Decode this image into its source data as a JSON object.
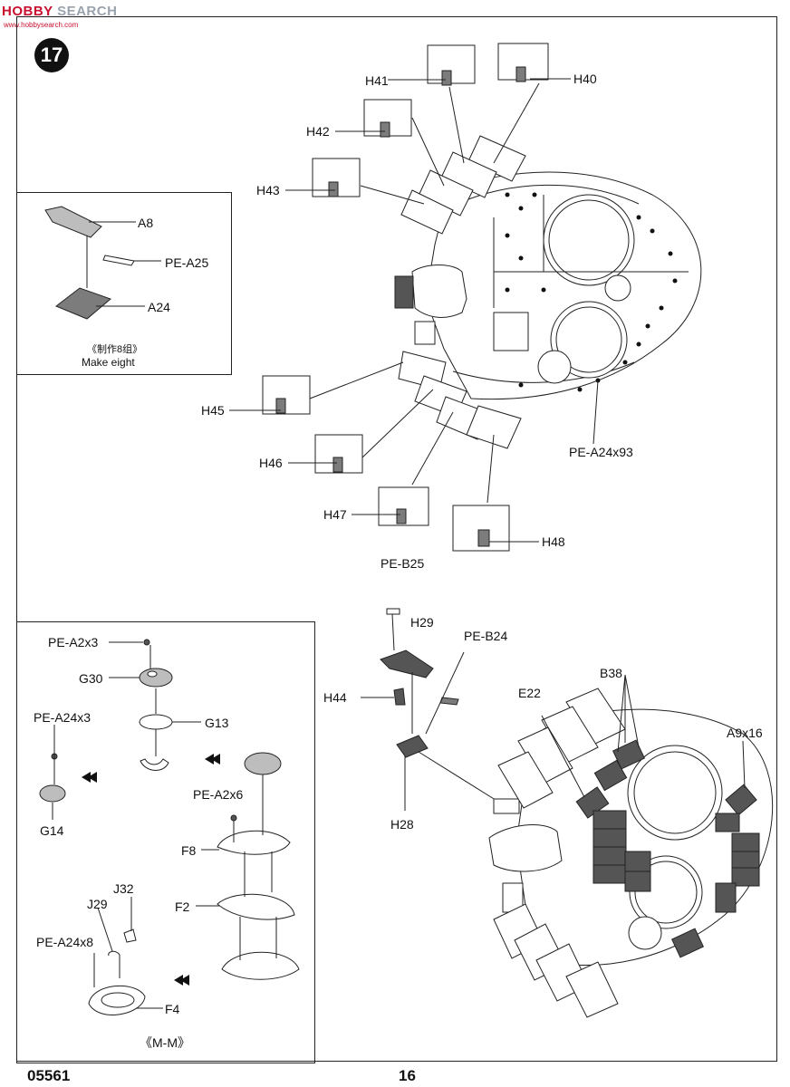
{
  "watermark": {
    "brand_a": "HOBBY",
    "brand_b": "SEARCH",
    "url": "www.hobbysearch.com"
  },
  "step_number": "17",
  "footer": {
    "product_code": "05561",
    "page_number": "16"
  },
  "box_top": {
    "labels": {
      "a8": "A8",
      "pea25": "PE-A25",
      "a24": "A24"
    },
    "note_cn": "《制作8组》",
    "note_en": "Make eight"
  },
  "main_labels": {
    "h40": "H40",
    "h41": "H41",
    "h42": "H42",
    "h43": "H43",
    "h45": "H45",
    "h46": "H46",
    "h47": "H47",
    "h48": "H48",
    "pea24x93": "PE-A24x93"
  },
  "lower_labels": {
    "peb25": "PE-B25",
    "h29": "H29",
    "peb24": "PE-B24",
    "h44": "H44",
    "h28": "H28",
    "e22": "E22",
    "b38": "B38",
    "a9x16": "A9x16"
  },
  "box_bottom": {
    "labels": {
      "pea2x3": "PE-A2x3",
      "g30": "G30",
      "pea24x3": "PE-A24x3",
      "g13": "G13",
      "g14": "G14",
      "pea2x6": "PE-A2x6",
      "f8": "F8",
      "f2": "F2",
      "j32": "J32",
      "j29": "J29",
      "pea24x8": "PE-A24x8",
      "f4": "F4"
    },
    "section": "《M-M》"
  }
}
